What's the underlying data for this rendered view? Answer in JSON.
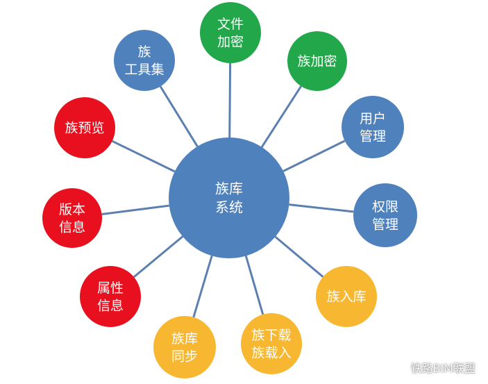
{
  "diagram": {
    "center": {
      "id": "center",
      "lines": [
        "族库",
        "系统"
      ],
      "color": "#4F81BD"
    },
    "nodes": [
      {
        "id": "node-wenjian-jiami",
        "lines": [
          "文件",
          "加密"
        ],
        "color": "#22A74A"
      },
      {
        "id": "node-zu-jiami",
        "lines": [
          "族加密"
        ],
        "color": "#22A74A"
      },
      {
        "id": "node-yonghu-guanli",
        "lines": [
          "用户",
          "管理"
        ],
        "color": "#4F81BD"
      },
      {
        "id": "node-quanxian-guanli",
        "lines": [
          "权限",
          "管理"
        ],
        "color": "#4F81BD"
      },
      {
        "id": "node-zu-ruku",
        "lines": [
          "族入库"
        ],
        "color": "#F7B731"
      },
      {
        "id": "node-zu-xiazai",
        "lines": [
          "族下载",
          "族载入"
        ],
        "color": "#F7B731"
      },
      {
        "id": "node-zuku-tongbu",
        "lines": [
          "族库",
          "同步"
        ],
        "color": "#F7B731"
      },
      {
        "id": "node-shuxing-xinxi",
        "lines": [
          "属性",
          "信息"
        ],
        "color": "#E8101E"
      },
      {
        "id": "node-banben-xinxi",
        "lines": [
          "版本",
          "信息"
        ],
        "color": "#E8101E"
      },
      {
        "id": "node-zu-yulan",
        "lines": [
          "族预览"
        ],
        "color": "#E8101E"
      },
      {
        "id": "node-zu-gongjuji",
        "lines": [
          "族",
          "工具集"
        ],
        "color": "#4F81BD"
      }
    ],
    "connector_color": "#5B7FB0"
  },
  "watermark": {
    "text": "铁路BIM联盟",
    "icon": "wechat-icon"
  }
}
